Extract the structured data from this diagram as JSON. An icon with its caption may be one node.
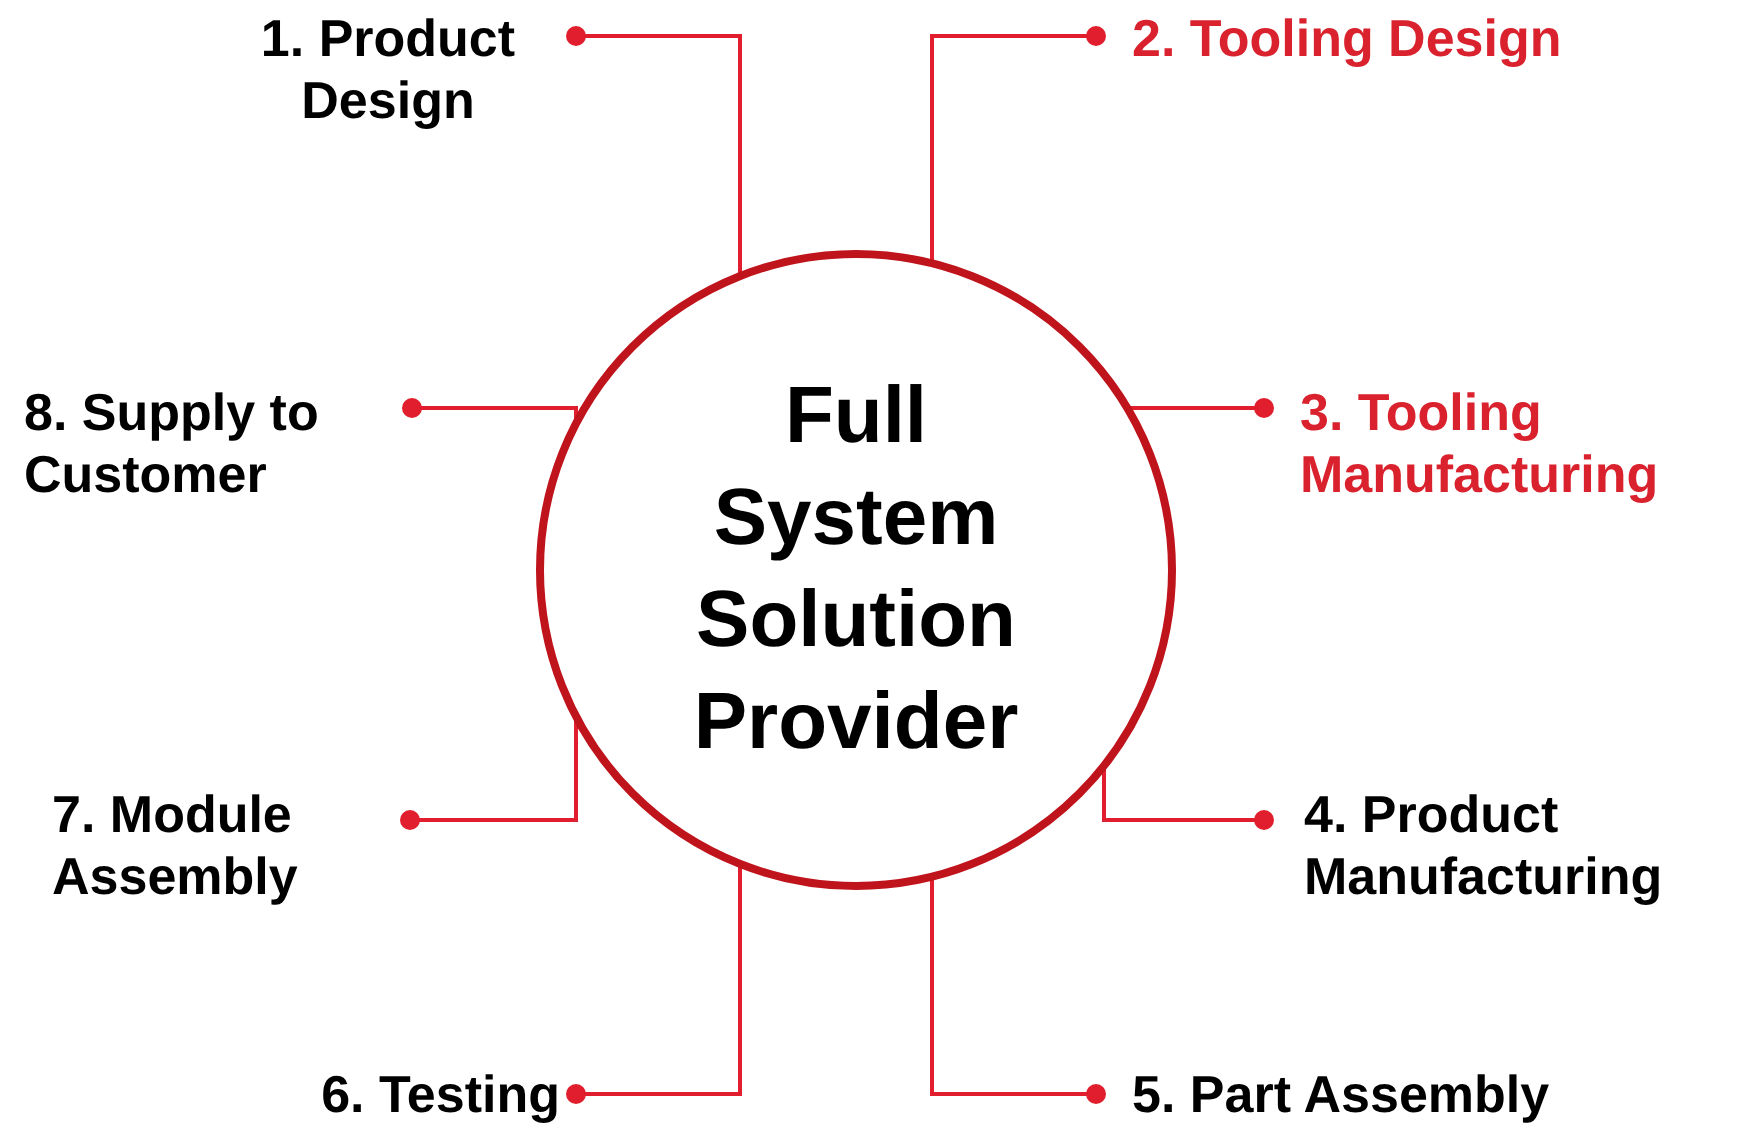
{
  "diagram": {
    "nodes": [
      {
        "text": [
          "Full System Solution Provider"
        ]
      },
      {
        "text": [
          "1. Product Design"
        ]
      },
      {
        "text": [
          "2. Tooling Design"
        ]
      },
      {
        "text": [
          "3. Tooling Manufacturing"
        ]
      },
      {
        "text": [
          "4. Product Manufacturing"
        ]
      },
      {
        "text": [
          "5. Part Assembly"
        ]
      },
      {
        "text": [
          "6. Testing"
        ]
      },
      {
        "text": [
          "7. Module Assembly"
        ]
      },
      {
        "text": [
          "8. Supply to Customer"
        ]
      }
    ],
    "edges": [
      {
        "from": 1,
        "to": 0,
        "arrow": "other"
      },
      {
        "from": 2,
        "to": 0,
        "arrow": "other"
      },
      {
        "from": 3,
        "to": 0,
        "arrow": "other"
      },
      {
        "from": 4,
        "to": 0,
        "arrow": "other"
      },
      {
        "from": 5,
        "to": 0,
        "arrow": "other"
      },
      {
        "from": 6,
        "to": 0,
        "arrow": "other"
      },
      {
        "from": 7,
        "to": 0,
        "arrow": "other"
      },
      {
        "from": 8,
        "to": 0,
        "arrow": "other"
      }
    ]
  }
}
